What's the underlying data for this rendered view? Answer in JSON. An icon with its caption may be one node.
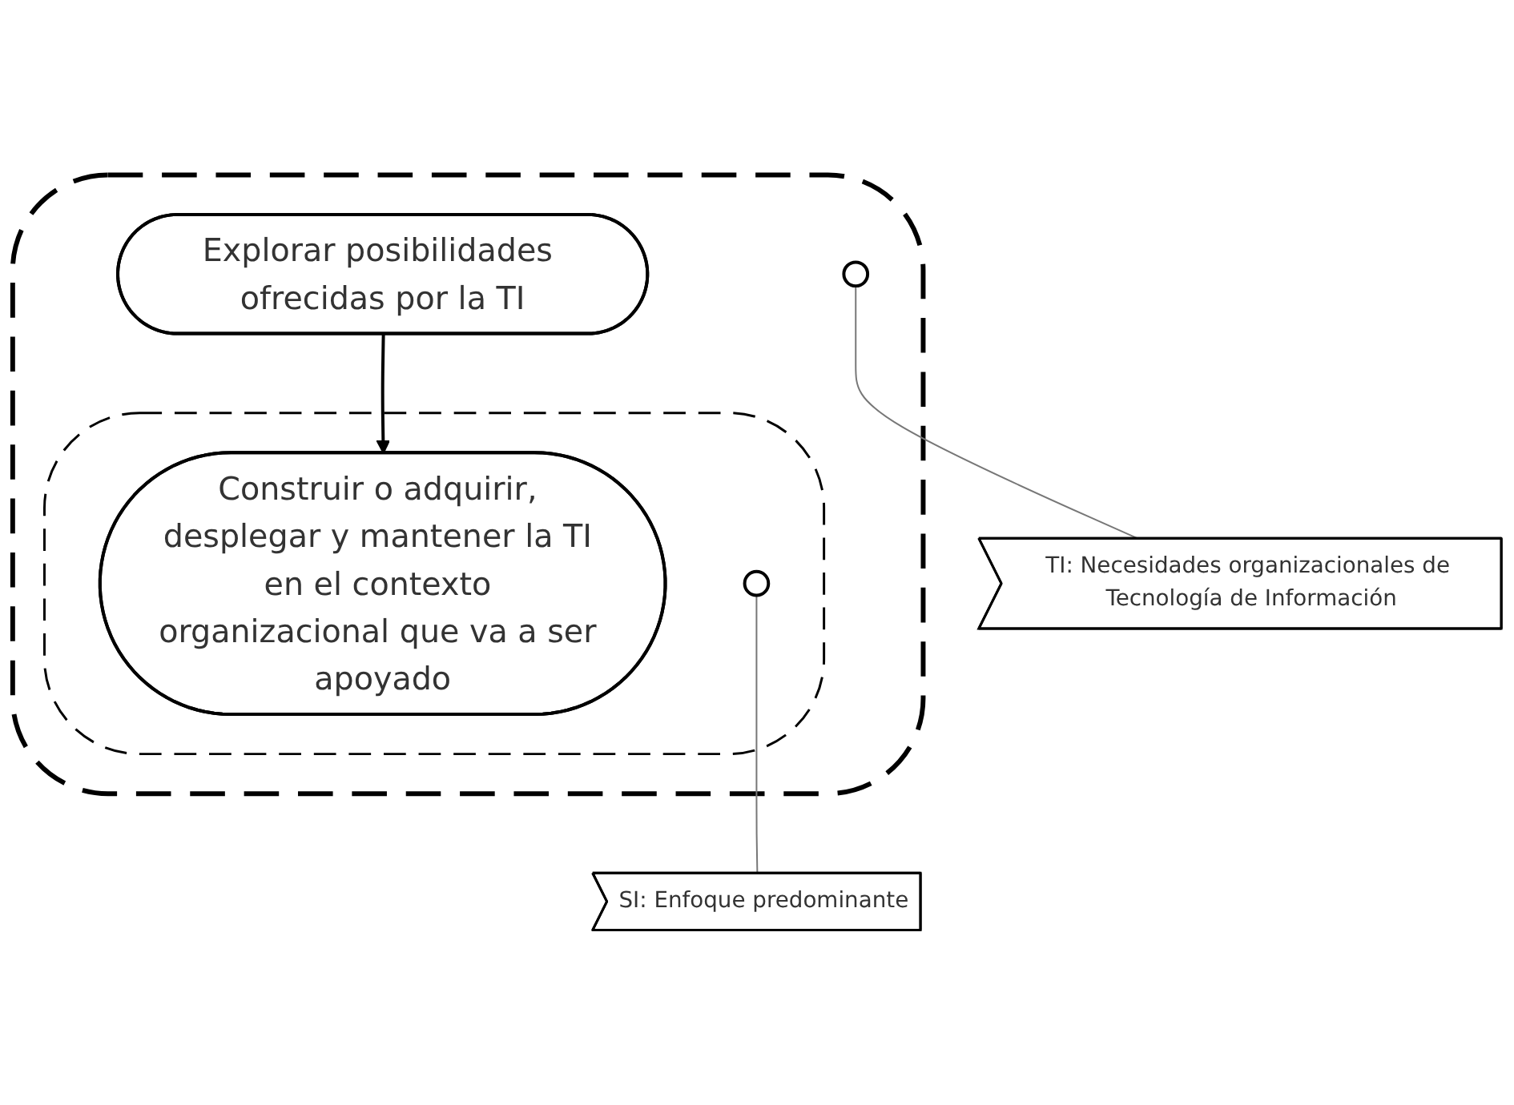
{
  "diagram": {
    "nodes": [
      {
        "text": [],
        "shape": "blob"
      },
      {
        "text": [],
        "shape": "blob",
        "in": 0
      },
      {
        "text": [
          "Construir o adquirir, desplegar y mantener la TI en el contexto organizacional que va a ser apoyado"
        ],
        "in": 1
      },
      {
        "text": [],
        "shape": "circle",
        "in": 1
      },
      {
        "text": [],
        "shape": "circle",
        "in": 0
      },
      {
        "text": [
          "Explorar posibilidades ofrecidas por la TI"
        ],
        "in": 0
      },
      {
        "text": [
          "SI: Enfoque predominante"
        ]
      },
      {
        "text": [
          "TI: Necesidades organizacionales de Tecnología de Información"
        ]
      }
    ],
    "edges": [
      {
        "from": 5,
        "to": 2,
        "arrow": "to",
        "color": "#000000"
      },
      {
        "from": 3,
        "to": 6,
        "arrow": "none"
      },
      {
        "from": 4,
        "to": 7,
        "arrow": "none"
      }
    ]
  }
}
